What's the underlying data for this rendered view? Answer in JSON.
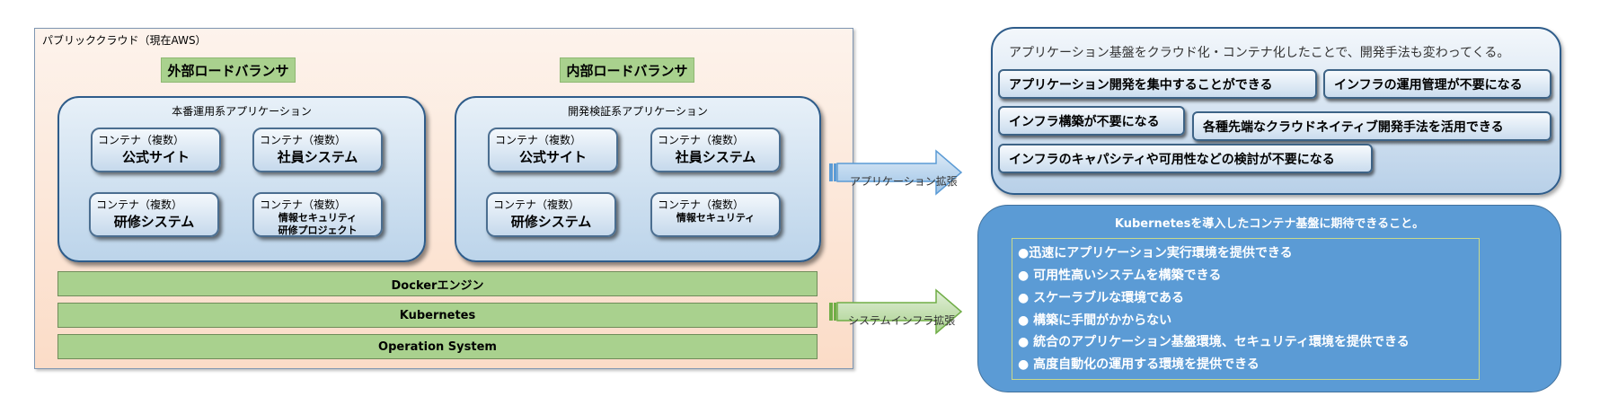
{
  "cloud": {
    "title": "パブリッククラウド（現在AWS）",
    "external_lb": "外部ロードバランサ",
    "internal_lb": "内部ロードバランサ",
    "production": {
      "title": "本番運用系アプリケーション",
      "containers": [
        {
          "head": "コンテナ（複数）",
          "main": "公式サイト"
        },
        {
          "head": "コンテナ（複数）",
          "main": "社員システム"
        },
        {
          "head": "コンテナ（複数）",
          "main": "研修システム"
        },
        {
          "head": "コンテナ（複数）",
          "sub1": "情報セキュリティ",
          "sub2": "研修プロジェクト"
        }
      ]
    },
    "development": {
      "title": "開発検証系アプリケーション",
      "containers": [
        {
          "head": "コンテナ（複数）",
          "main": "公式サイト"
        },
        {
          "head": "コンテナ（複数）",
          "main": "社員システム"
        },
        {
          "head": "コンテナ（複数）",
          "main": "研修システム"
        },
        {
          "head": "コンテナ（複数）",
          "sub1": "情報セキュリティ"
        }
      ]
    },
    "layers": [
      "Dockerエンジン",
      "Kubernetes",
      "Operation System"
    ]
  },
  "arrows": {
    "app": "アプリケーション拡張",
    "infra": "システムインフラ拡張",
    "app_color": "#5b9bd5",
    "infra_color": "#70ad47"
  },
  "benefits": {
    "title": "アプリケーション基盤をクラウド化・コンテナ化したことで、開発手法も変わってくる。",
    "items": [
      "アプリケーション開発を集中することができる",
      "インフラの運用管理が不要になる",
      "インフラ構築が不要になる",
      "各種先端なクラウドネイティブ開発手法を活用できる",
      "インフラのキャパシティや可用性などの検討が不要になる"
    ]
  },
  "expectations": {
    "title": "Kubernetesを導入したコンテナ基盤に期待できること。",
    "items": [
      "●迅速にアプリケーション実行環境を提供できる",
      "● 可用性高いシステムを構築できる",
      "● スケーラブルな環境である",
      "● 構築に手間がかからない",
      "● 統合のアプリケーション基盤環境、セキュリティ環境を提供できる",
      "● 高度自動化の運用する環境を提供できる"
    ]
  }
}
